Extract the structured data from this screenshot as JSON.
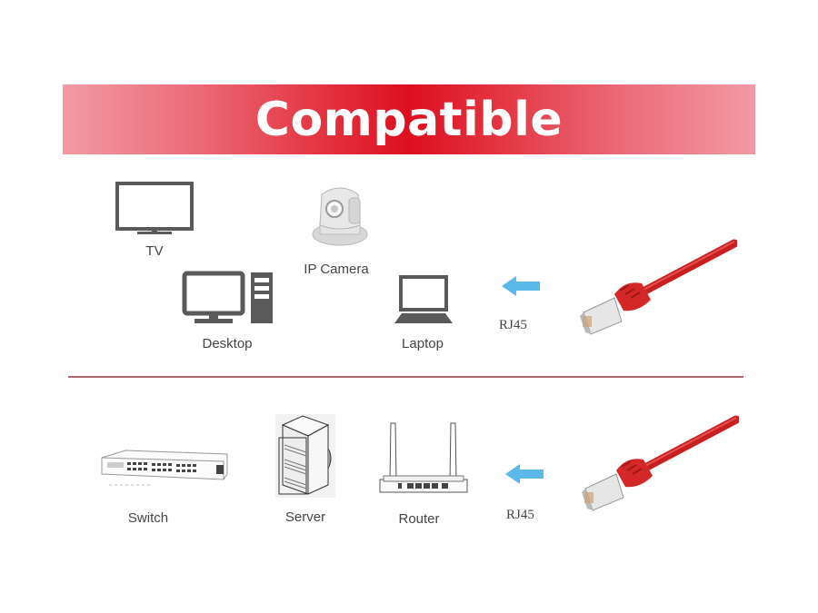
{
  "banner": {
    "title": "Compatible",
    "color": "#dd0f1f"
  },
  "top_section": {
    "devices": [
      {
        "id": "tv",
        "label": "TV",
        "icon": "tv-icon"
      },
      {
        "id": "ip-camera",
        "label": "IP Camera",
        "icon": "ip-camera-icon"
      },
      {
        "id": "desktop",
        "label": "Desktop",
        "icon": "desktop-icon"
      },
      {
        "id": "laptop",
        "label": "Laptop",
        "icon": "laptop-icon"
      }
    ],
    "connector": {
      "label": "RJ45",
      "arrow": "arrow-left-icon",
      "cable": "red-ethernet-cable"
    }
  },
  "bottom_section": {
    "devices": [
      {
        "id": "switch",
        "label": "Switch",
        "icon": "switch-icon"
      },
      {
        "id": "server",
        "label": "Server",
        "icon": "server-icon"
      },
      {
        "id": "router",
        "label": "Router",
        "icon": "router-icon"
      }
    ],
    "connector": {
      "label": "RJ45",
      "arrow": "arrow-left-icon",
      "cable": "red-ethernet-cable"
    }
  },
  "colors": {
    "arrow": "#5bb8e8",
    "cable": "#d42828",
    "divider": "#b0686f",
    "icon": "#5a5a5a"
  }
}
